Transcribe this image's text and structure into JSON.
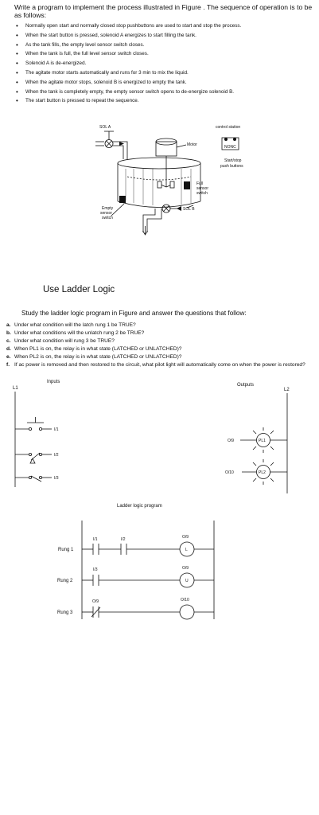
{
  "intro": "Write a program to implement the process illustrated in Figure . The sequence of operation is to be as follows:",
  "bullets": [
    "Normally open start and normally closed stop pushbuttons are used to start and stop the process.",
    "When the start button is pressed, solenoid A energizes to start filling the tank.",
    "As the tank fills, the empty level sensor switch closes.",
    "When the tank is full, the full level sensor switch closes.",
    "Solenoid A is de-energized.",
    "The agitate motor starts automatically and runs for 3 min to mix the liquid.",
    "When the agitate motor stops, solenoid B is energized to empty the tank.",
    "When the tank is completely empty, the empty sensor switch opens to de-energize solenoid B.",
    "The start button is pressed to repeat the sequence."
  ],
  "tank_figure": {
    "sol_a": "SOL A",
    "motor": "Motor",
    "full_sensor": [
      "Full",
      "sensor",
      "switch"
    ],
    "empty_sensor": [
      "Empty",
      "sensor",
      "switch"
    ],
    "sol_b": "SOL B",
    "control_station": "control station",
    "nonc": "NONC",
    "start_stop": [
      "Start/stop",
      "push buttons"
    ]
  },
  "ladder_heading": "Use Ladder Logic",
  "study_prompt": "Study the ladder logic program in Figure and answer the questions that follow:",
  "questions": [
    {
      "mark": "a.",
      "text": "Under what condition will the latch rung 1 be TRUE?"
    },
    {
      "mark": "b.",
      "text": "Under what conditions will the unlatch rung 2 be TRUE?"
    },
    {
      "mark": "c.",
      "text": "Under what condition will rung 3 be TRUE?"
    },
    {
      "mark": "d.",
      "text": "When PL1 is on, the relay is in what state (LATCHED or UNLATCHED)?"
    },
    {
      "mark": "e.",
      "text": "When PL2 is on, the relay is in what state (LATCHED or UNLATCHED)?"
    },
    {
      "mark": "f.",
      "text": "If ac power is removed and then restored to the circuit, what pilot light will automatically come on when the power is restored?"
    }
  ],
  "io_diagram": {
    "inputs": "Inputs",
    "outputs": "Outputs",
    "l1": "L1",
    "l2": "L2",
    "in1": "I/1",
    "in2": "I/2",
    "in3": "I/3",
    "o9": "O/9",
    "o10": "O/10",
    "pl1": "PL1",
    "pl2": "PL2"
  },
  "ladder_program": {
    "title": "Ladder logic program",
    "rung1": "Rung 1",
    "rung2": "Rung 2",
    "rung3": "Rung 3",
    "r1_c1": "I/1",
    "r1_c2": "I/2",
    "r1_out": "O/9",
    "r1_coil": "L",
    "r2_c1": "I/3",
    "r2_out": "O/9",
    "r2_coil": "U",
    "r3_c1": "O/9",
    "r3_out": "O/10"
  }
}
